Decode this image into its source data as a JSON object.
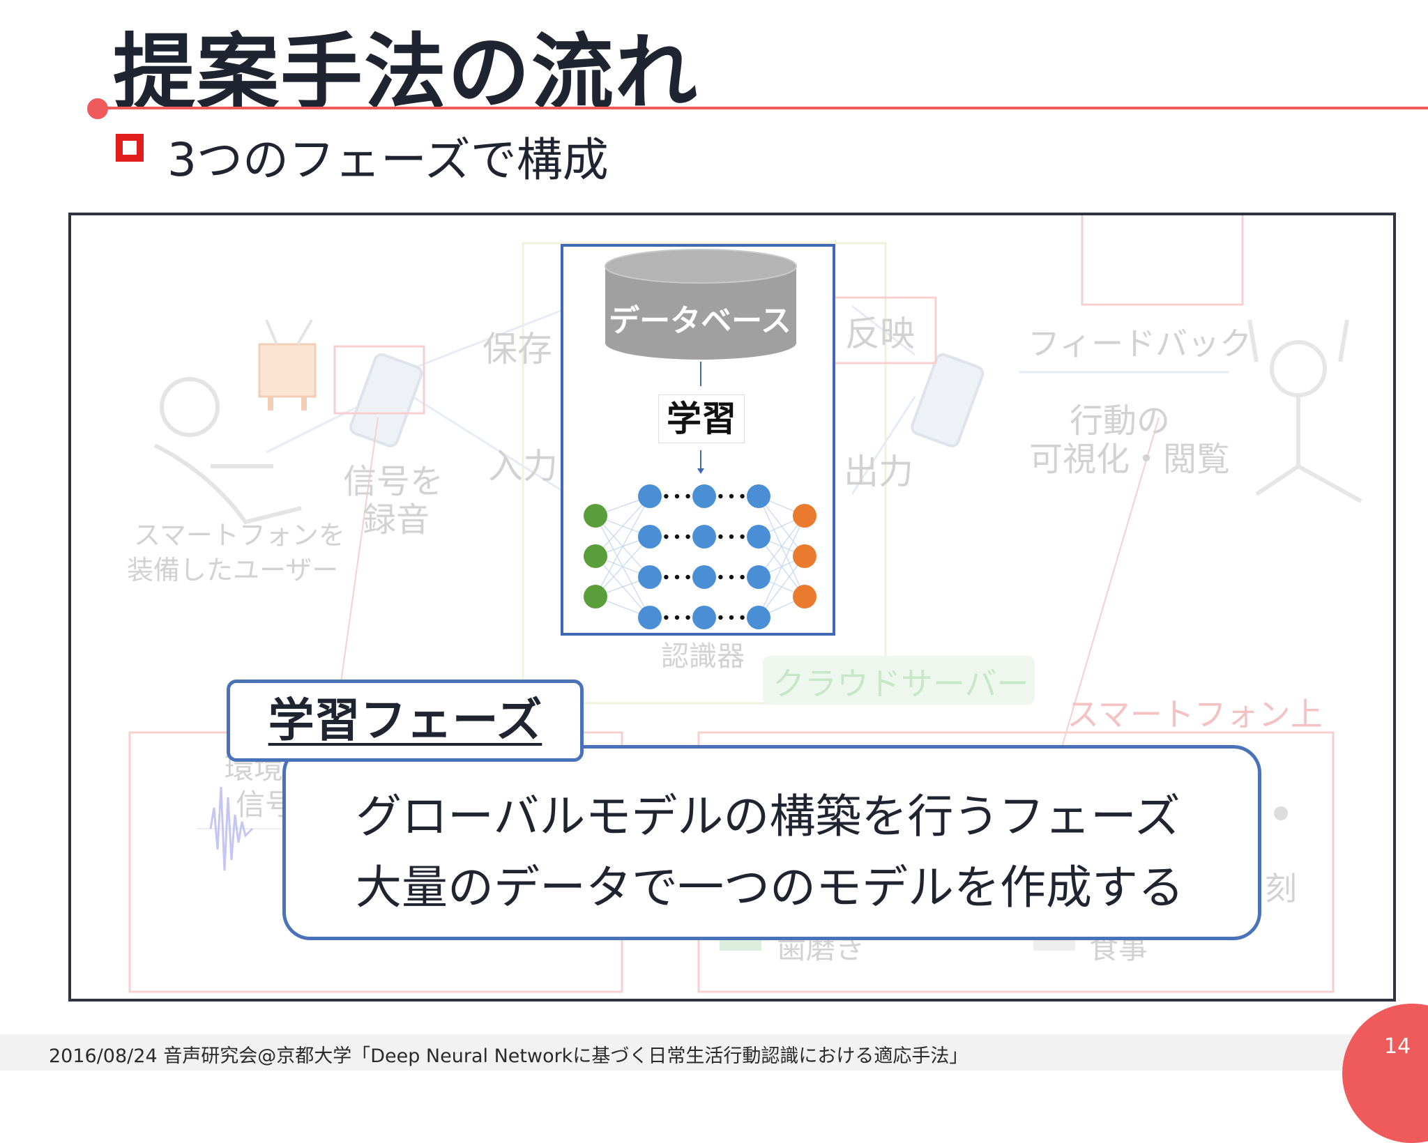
{
  "slide": {
    "title": "提案手法の流れ",
    "bullet": "3つのフェーズで構成"
  },
  "diagram": {
    "database": "データベース",
    "learn": "学習",
    "recognizer": "認識器",
    "cloud_server": "クラウドサーバー",
    "save": "保存",
    "input": "入力",
    "reflect": "反映",
    "output": "出力",
    "feedback": "フィードバック",
    "signal_record_1": "信号を",
    "signal_record_2": "録音",
    "user_1": "スマートフォンを",
    "user_2": "装備したユーザー",
    "visualize_1": "行動の",
    "visualize_2": "可視化・閲覧",
    "on_smartphone": "スマートフォン上",
    "env_1": "環境",
    "env_2": "信号",
    "toothbrush": "歯磨き",
    "meal": "食事",
    "time": "刻"
  },
  "phase": {
    "label": "学習フェーズ",
    "line1": "グローバルモデルの構築を行うフェーズ",
    "line2": "大量のデータで一つのモデルを作成する"
  },
  "footer": {
    "text": "2016/08/24 音声研究会@京都大学「Deep Neural Networkに基づく日常生活行動認識における適応手法」",
    "page": "14"
  },
  "colors": {
    "accent": "#ef5b5b",
    "bullet": "#e01e1e",
    "box_border": "#4a72b8",
    "node_input": "#5a9e3c",
    "node_hidden": "#4a8fd6",
    "node_output": "#ea7a2e",
    "database": "#a0a0a0"
  }
}
